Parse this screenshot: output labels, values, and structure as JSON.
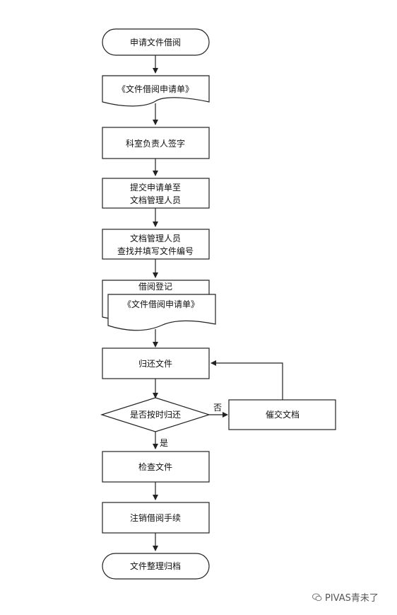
{
  "nodes": {
    "start": "申请文件借阅",
    "form": "《文件借阅申请单》",
    "sign": "科室负责人签字",
    "submit_1": "提交申请单至",
    "submit_2": "文档管理人员",
    "fill_1": "文档管理人员",
    "fill_2": "查找并填写文件编号",
    "register": "借阅登记",
    "form2": "《文件借阅申请单》",
    "return": "归还文件",
    "decision": "是否按时归还",
    "urge": "催交文档",
    "check": "检查文件",
    "cancel": "注销借阅手续",
    "end": "文件整理归档"
  },
  "edges": {
    "no": "否",
    "yes": "是"
  },
  "watermark": {
    "text": "PIVAS青未了",
    "icon": "wechat-icon"
  }
}
